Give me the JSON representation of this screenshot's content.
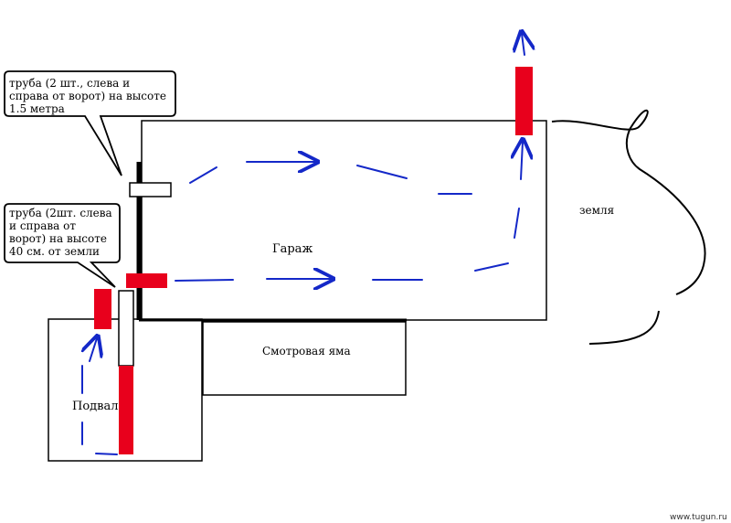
{
  "callouts": {
    "top": {
      "lines": [
        "труба  (2  шт.,  слева  и",
        "справа  от  ворот)  на  высоте",
        "1.5  метра"
      ]
    },
    "bottom": {
      "lines": [
        "труба  (2шт.  слева",
        "и  справа   от",
        "ворот)  на  высоте",
        "40  см.  от  земли"
      ]
    }
  },
  "labels": {
    "garage": "Гараж",
    "pit": "Смотровая яма",
    "basement": "Подвал",
    "ground": "земля"
  },
  "watermark": "www.tugun.ru",
  "colors": {
    "pipe": "#e8001c",
    "airflow": "#1428c8",
    "outline": "#000000"
  }
}
